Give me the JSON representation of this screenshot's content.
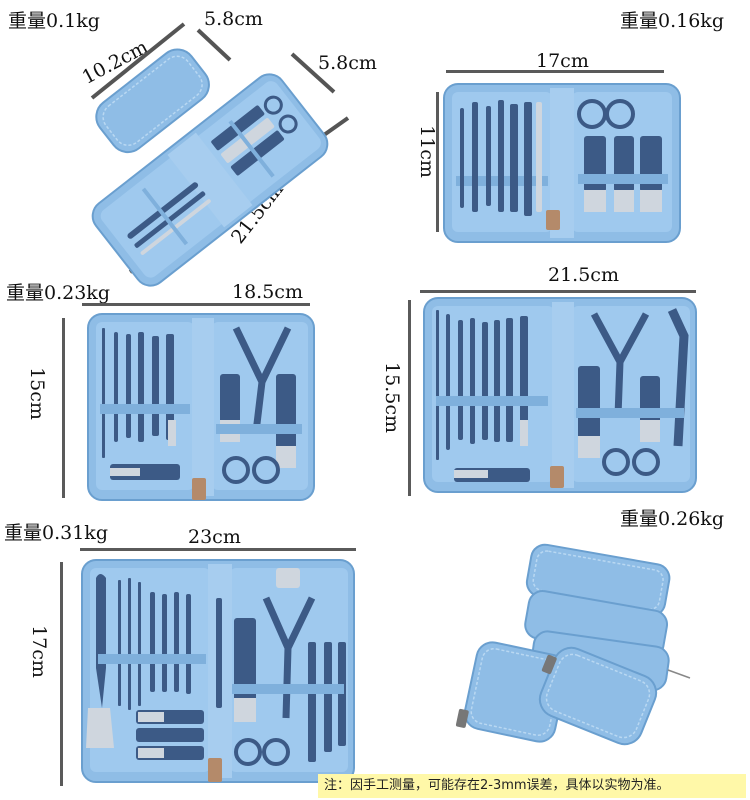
{
  "kit1": {
    "weight": "重量0.1kg",
    "case_width": "5.8cm",
    "case_length": "10.2cm",
    "open_width": "5.8cm",
    "open_length": "21.5cm"
  },
  "kit2": {
    "weight": "重量0.16kg",
    "width": "17cm",
    "height": "11cm"
  },
  "kit3": {
    "weight": "重量0.23kg",
    "width": "18.5cm",
    "height": "15cm"
  },
  "kit4": {
    "weight": "重量0.26kg",
    "width": "21.5cm",
    "height": "15.5cm"
  },
  "kit5": {
    "weight": "重量0.31kg",
    "width": "23cm",
    "height": "17cm"
  },
  "note": "注：因手工测量，可能存在2-3mm误差，具体以实物为准。",
  "colors": {
    "case_blue": "#8fbde6",
    "case_dark": "#6a9fcf",
    "tool_navy": "#3c5a86",
    "steel": "#cfd6de"
  }
}
